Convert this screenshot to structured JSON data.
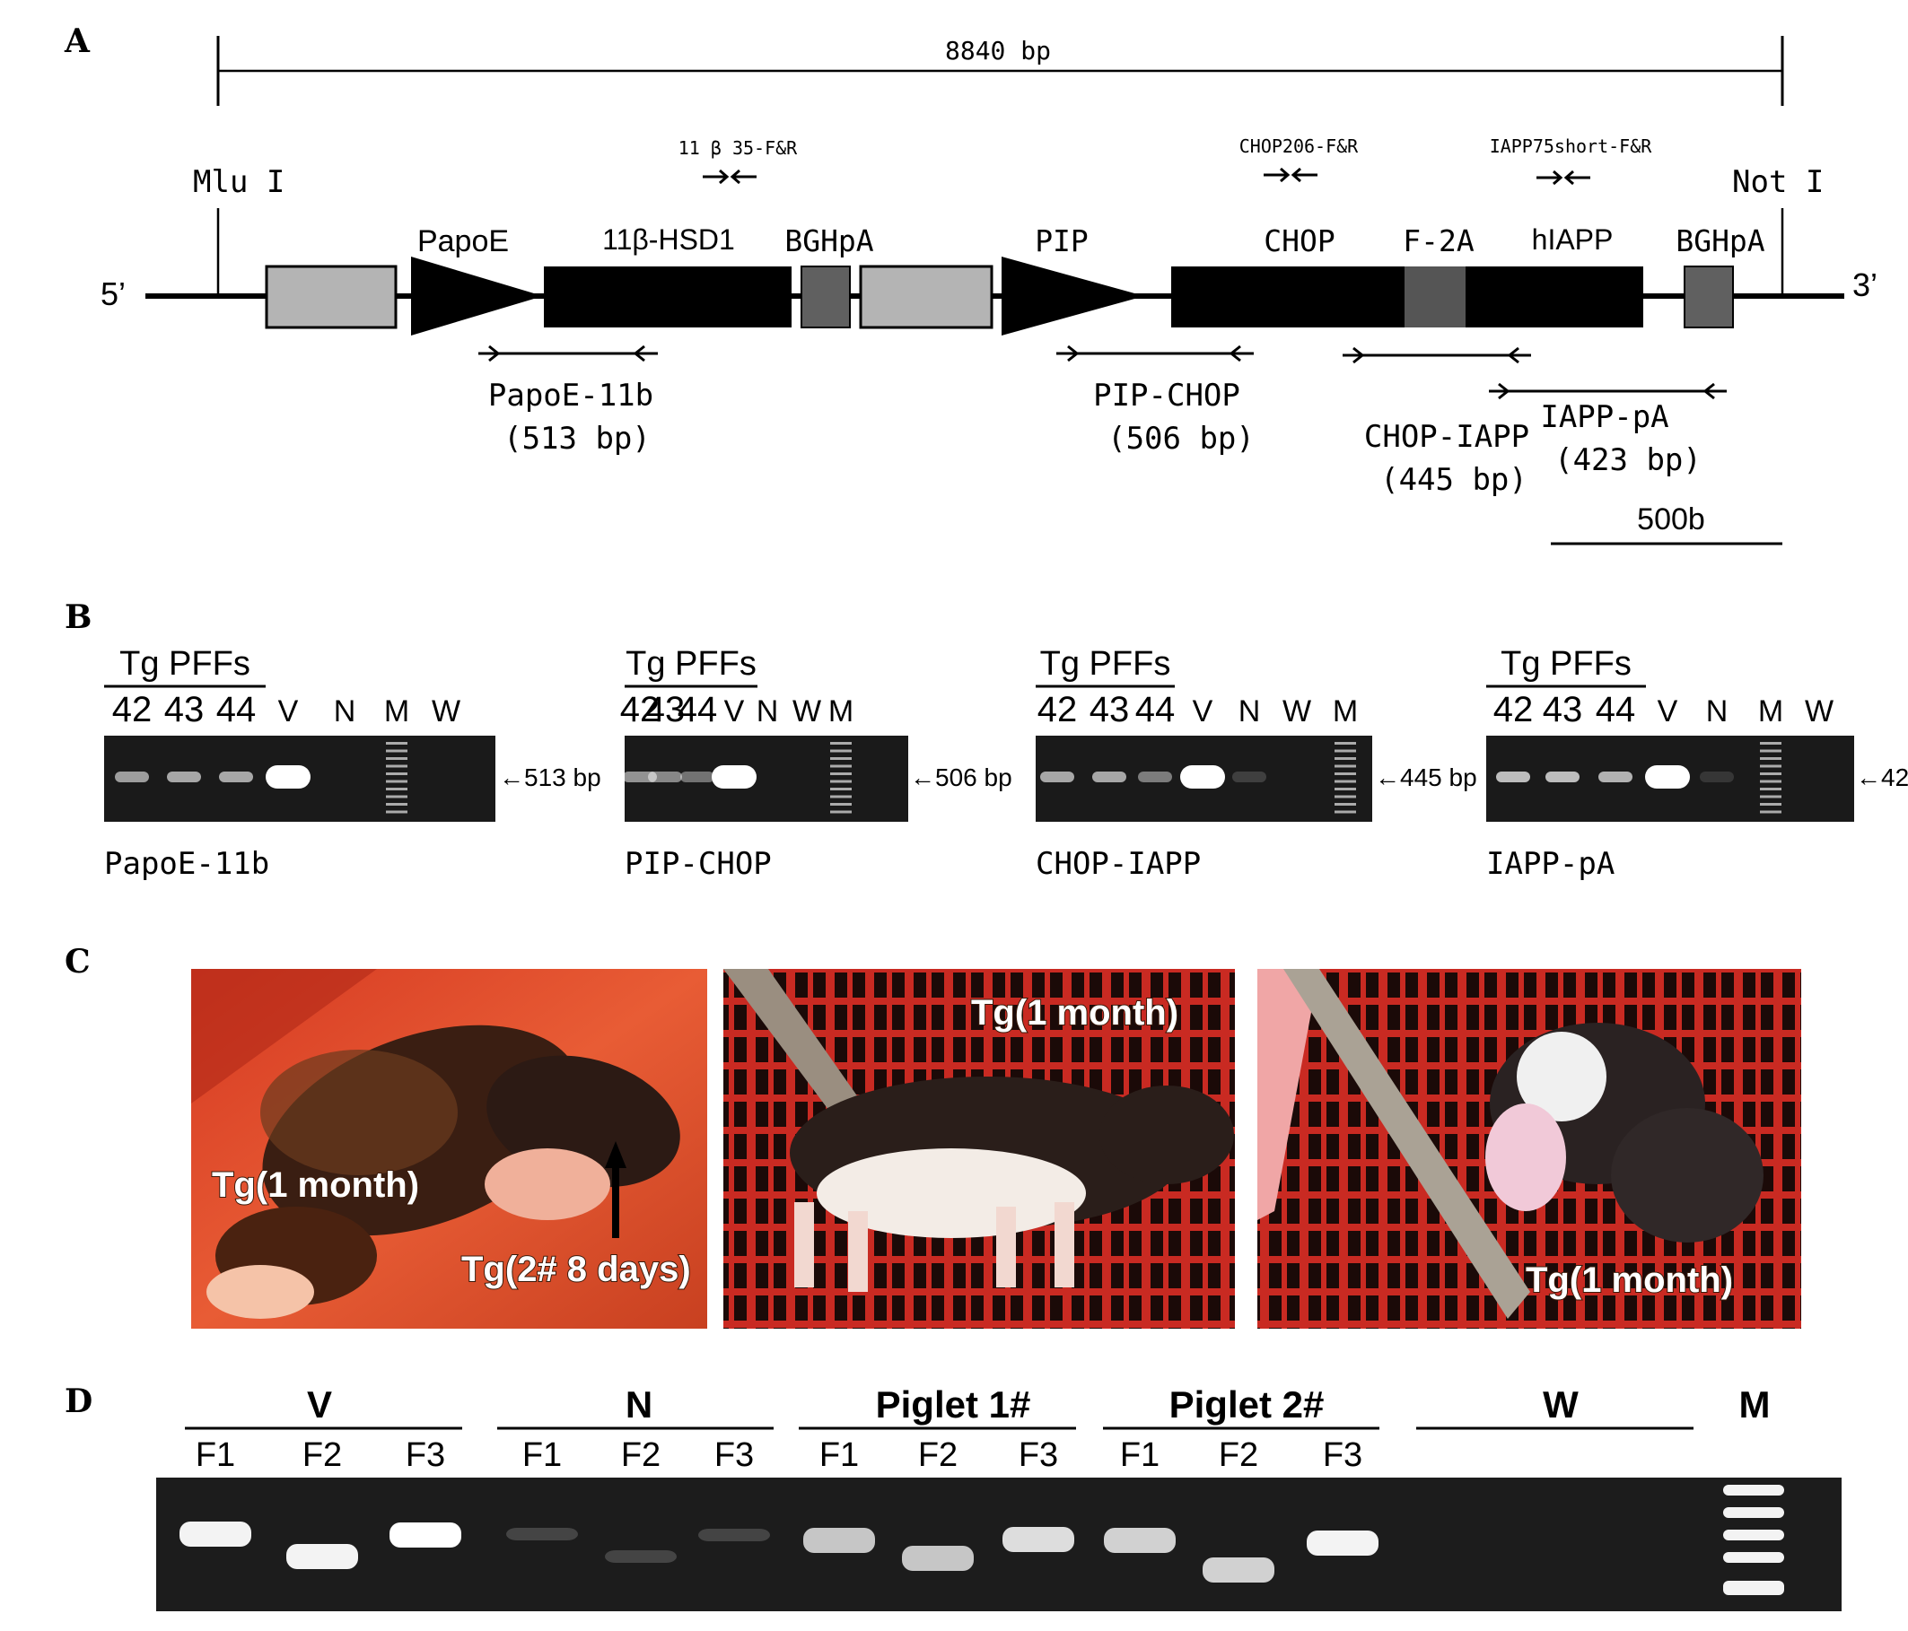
{
  "panels": {
    "a": "A",
    "b": "B",
    "c": "C",
    "d": "D"
  },
  "construct": {
    "total_length": "8840 bp",
    "mlu": "Mlu I",
    "not": "Not I",
    "five_prime": "5’",
    "three_prime": "3’",
    "labels": {
      "papoe": "PapoE",
      "hsd": "11β-HSD1",
      "bghpa1": "BGHpA",
      "pip": "PIP",
      "chop": "CHOP",
      "f2a": "F-2A",
      "hiapp": "hIAPP",
      "bghpa2": "BGHpA"
    },
    "primers": {
      "p1": "11 β 35-F&R",
      "p2": "CHOP206-F&R",
      "p3": "IAPP75short-F&R"
    },
    "amplicons": {
      "papoe_name": "PapoE-11b",
      "papoe_size": "(513 bp)",
      "pip_name": "PIP-CHOP",
      "pip_size": "(506 bp)",
      "chop_name": "CHOP-IAPP",
      "chop_size": "(445 bp)",
      "iapp_name": "IAPP-pA",
      "iapp_size": "(423 bp)"
    },
    "scale_bar": "500b"
  },
  "gels_b": [
    {
      "header": "Tg PFFs",
      "lanes": [
        "42",
        "43",
        "44",
        "V",
        "N",
        "M",
        "W"
      ],
      "size": "←513 bp",
      "name": "PapoE-11b"
    },
    {
      "header": "Tg PFFs",
      "lanes": [
        "42",
        "43",
        "44",
        "V",
        "N",
        "W",
        "M"
      ],
      "size": "←506 bp",
      "name": "PIP-CHOP"
    },
    {
      "header": "Tg PFFs",
      "lanes": [
        "42",
        "43",
        "44",
        "V",
        "N",
        "W",
        "M"
      ],
      "size": "←445 bp",
      "name": "CHOP-IAPP"
    },
    {
      "header": "Tg PFFs",
      "lanes": [
        "42",
        "43",
        "44",
        "V",
        "N",
        "M",
        "W"
      ],
      "size": "←42",
      "name": "IAPP-pA"
    }
  ],
  "photos": [
    {
      "label1": "Tg(1 month)",
      "label2": "Tg(2# 8 days)"
    },
    {
      "label1": "Tg(1 month)"
    },
    {
      "label1": "Tg(1 month)"
    }
  ],
  "gel_d": {
    "groups": [
      "V",
      "N",
      "Piglet 1#",
      "Piglet 2#",
      "W",
      "M"
    ],
    "lanes": [
      "F1",
      "F2",
      "F3",
      "F1",
      "F2",
      "F3",
      "F1",
      "F2",
      "F3",
      "F1",
      "F2",
      "F3"
    ]
  }
}
